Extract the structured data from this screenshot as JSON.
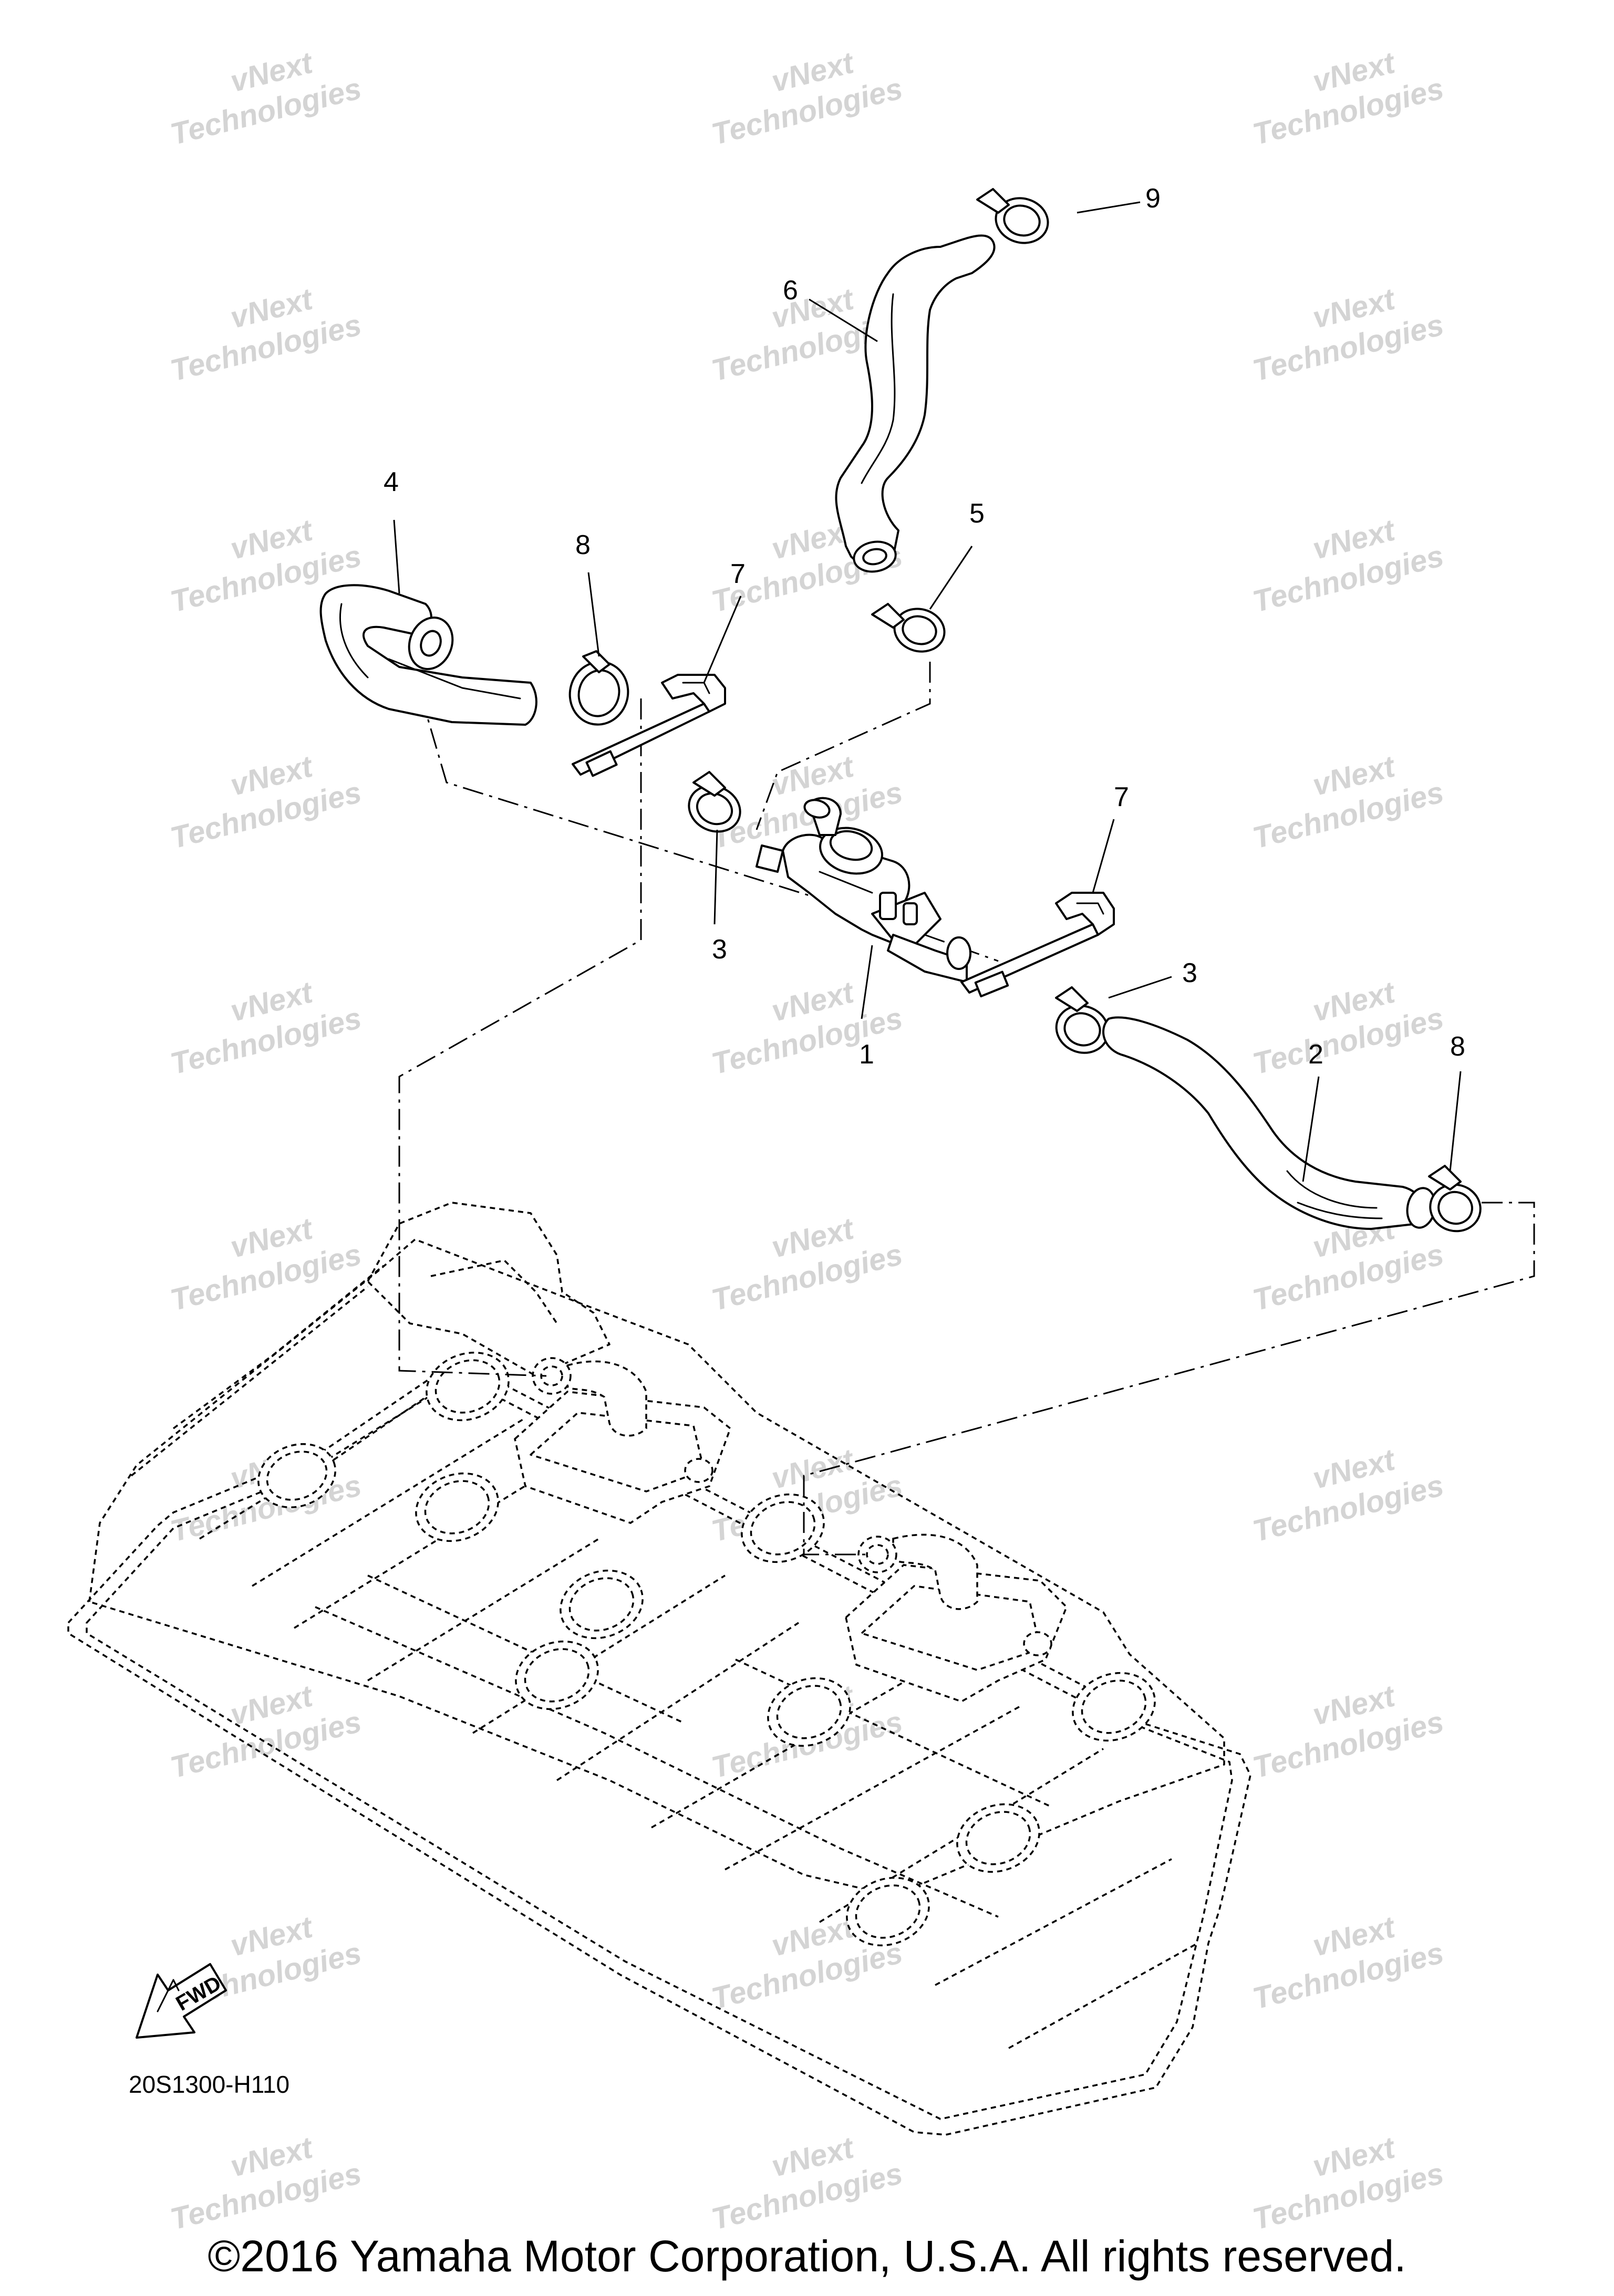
{
  "diagram": {
    "code": "20S1300-H110",
    "fwd_label": "FWD",
    "callouts": {
      "c1": "1",
      "c2": "2",
      "c3a": "3",
      "c3b": "3",
      "c4": "4",
      "c5": "5",
      "c6": "6",
      "c7a": "7",
      "c7b": "7",
      "c8a": "8",
      "c8b": "8",
      "c9": "9"
    }
  },
  "watermark": {
    "line1": "vNext",
    "line2": "Technologies"
  },
  "footer": {
    "copyright": "©2016 Yamaha Motor Corporation, U.S.A. All rights reserved."
  }
}
